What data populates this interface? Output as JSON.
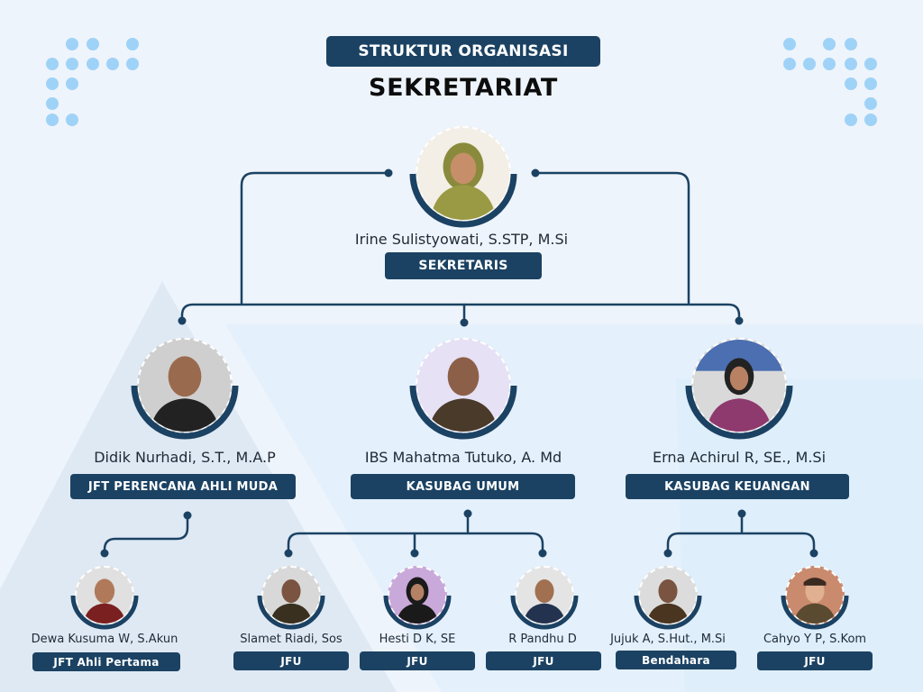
{
  "header": {
    "title": "STRUKTUR ORGANISASI",
    "subtitle": "SEKRETARIAT"
  },
  "colors": {
    "background": "#eef4fb",
    "navy": "#1b4263",
    "dots": "#9fd2f7"
  },
  "top": {
    "name": "Irine Sulistyowati, S.STP, M.Si",
    "role": "SEKRETARIS"
  },
  "middle": [
    {
      "name": "Didik Nurhadi, S.T., M.A.P",
      "role": "JFT PERENCANA AHLI MUDA"
    },
    {
      "name": "IBS Mahatma Tutuko, A. Md",
      "role": "KASUBAG UMUM"
    },
    {
      "name": "Erna Achirul R, SE., M.Si",
      "role": "KASUBAG KEUANGAN"
    }
  ],
  "bottom": [
    {
      "name": "Dewa Kusuma W, S.Akun",
      "role": "JFT Ahli Pertama"
    },
    {
      "name": "Slamet Riadi, Sos",
      "role": "JFU"
    },
    {
      "name": "Hesti D K, SE",
      "role": "JFU"
    },
    {
      "name": "R Pandhu D",
      "role": "JFU"
    },
    {
      "name": "Jujuk A, S.Hut., M.Si",
      "role": "Bendahara"
    },
    {
      "name": "Cahyo Y P, S.Kom",
      "role": "JFU"
    }
  ]
}
